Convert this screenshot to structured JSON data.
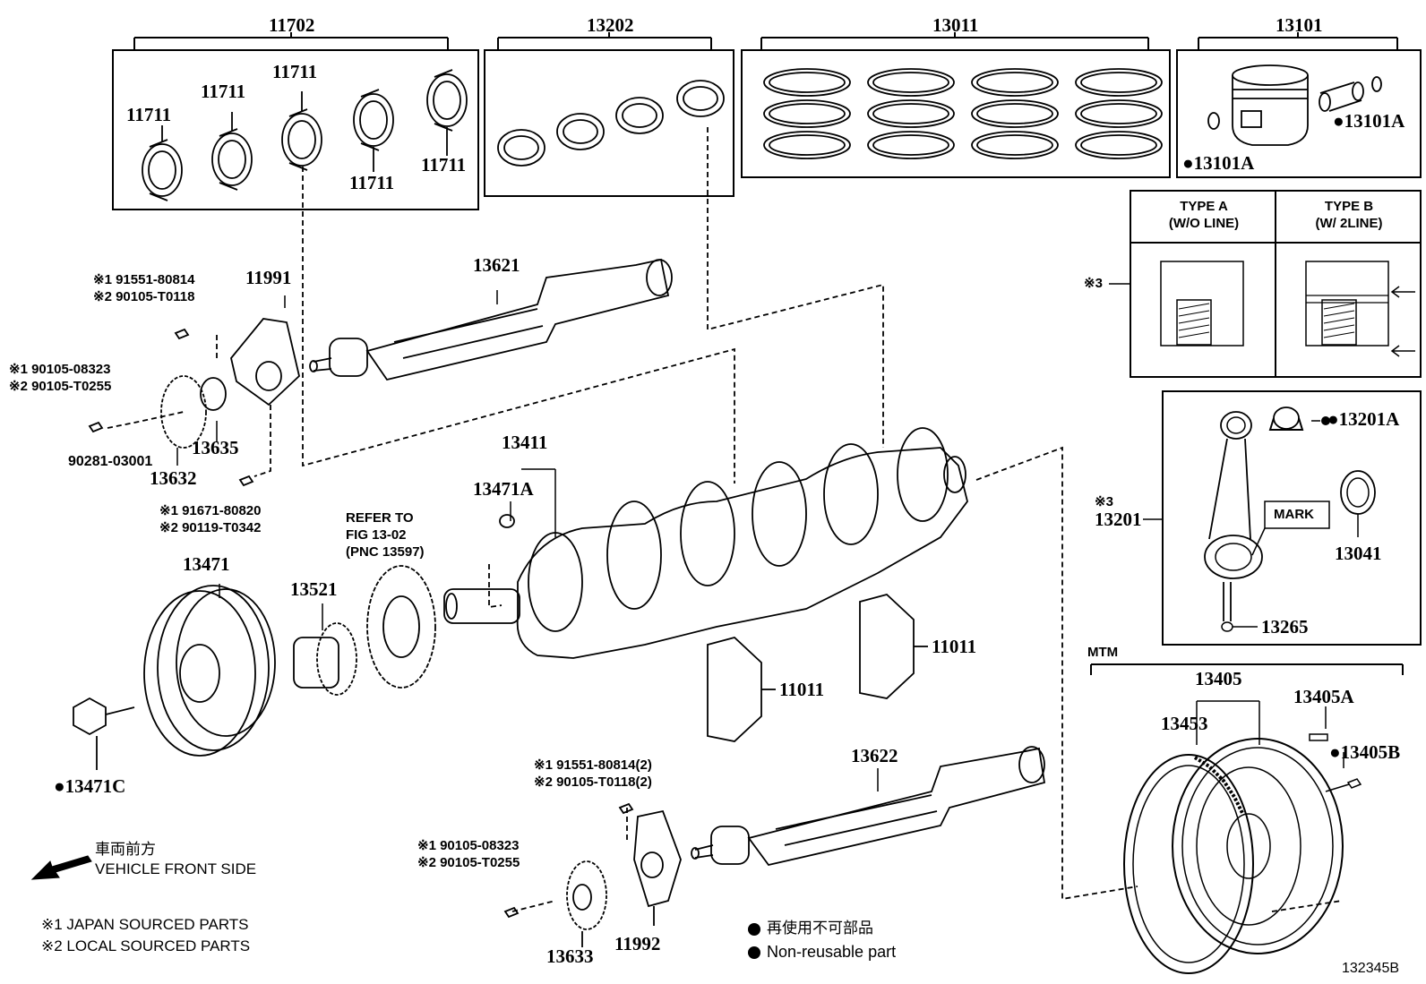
{
  "kits": [
    {
      "id": "kit-11702",
      "code": "11702"
    },
    {
      "id": "kit-13202",
      "code": "13202"
    },
    {
      "id": "kit-13011",
      "code": "13011"
    },
    {
      "id": "kit-13101",
      "code": "13101"
    }
  ],
  "parts": {
    "p11711a": "11711",
    "p11711b": "11711",
    "p11711c": "11711",
    "p11711d": "11711",
    "p11711e": "11711",
    "p13101a_r": "●13101A",
    "p13101a_l": "●13101A",
    "p13621": "13621",
    "p11991": "11991",
    "p13635": "13635",
    "p13632": "13632",
    "p90281": "90281-03001",
    "p13411": "13411",
    "p13471a": "13471A",
    "p13471": "13471",
    "p13521": "13521",
    "p13201a": "●13201A",
    "p13201": "13201",
    "p13041": "13041",
    "p13265": "13265",
    "p11011a": "11011",
    "p11011b": "11011",
    "p13622": "13622",
    "p13405": "13405",
    "p13405a": "13405A",
    "p13453": "13453",
    "p13405b": "●13405B",
    "p13471c": "●13471C",
    "p13633": "13633",
    "p11992": "11992"
  },
  "callouts": {
    "c1": "※1 91551-80814\n※2 90105-T0118",
    "c2": "※1 90105-08323\n※2 90105-T0255",
    "c3": "※1 91671-80820\n※2 90119-T0342",
    "c4": "※1 91551-80814(2)\n※2 90105-T0118(2)",
    "c5": "※1 90105-08323\n※2 90105-T0255",
    "refer": "REFER TO\nFIG 13-02\n(PNC 13597)",
    "x3a": "※3",
    "x3b": "※3",
    "mark": "MARK",
    "mtm": "MTM"
  },
  "ring_types": {
    "type_a": "TYPE A\n(W/O LINE)",
    "type_b": "TYPE B\n(W/ 2LINE)"
  },
  "notes": {
    "front_jp": "車両前方",
    "front_en": "VEHICLE FRONT SIDE",
    "src1": "※1 JAPAN SOURCED PARTS",
    "src2": "※2 LOCAL SOURCED PARTS",
    "nonreuse_jp": "再使用不可部品",
    "nonreuse_en": "Non-reusable part",
    "fig_id": "132345B"
  }
}
